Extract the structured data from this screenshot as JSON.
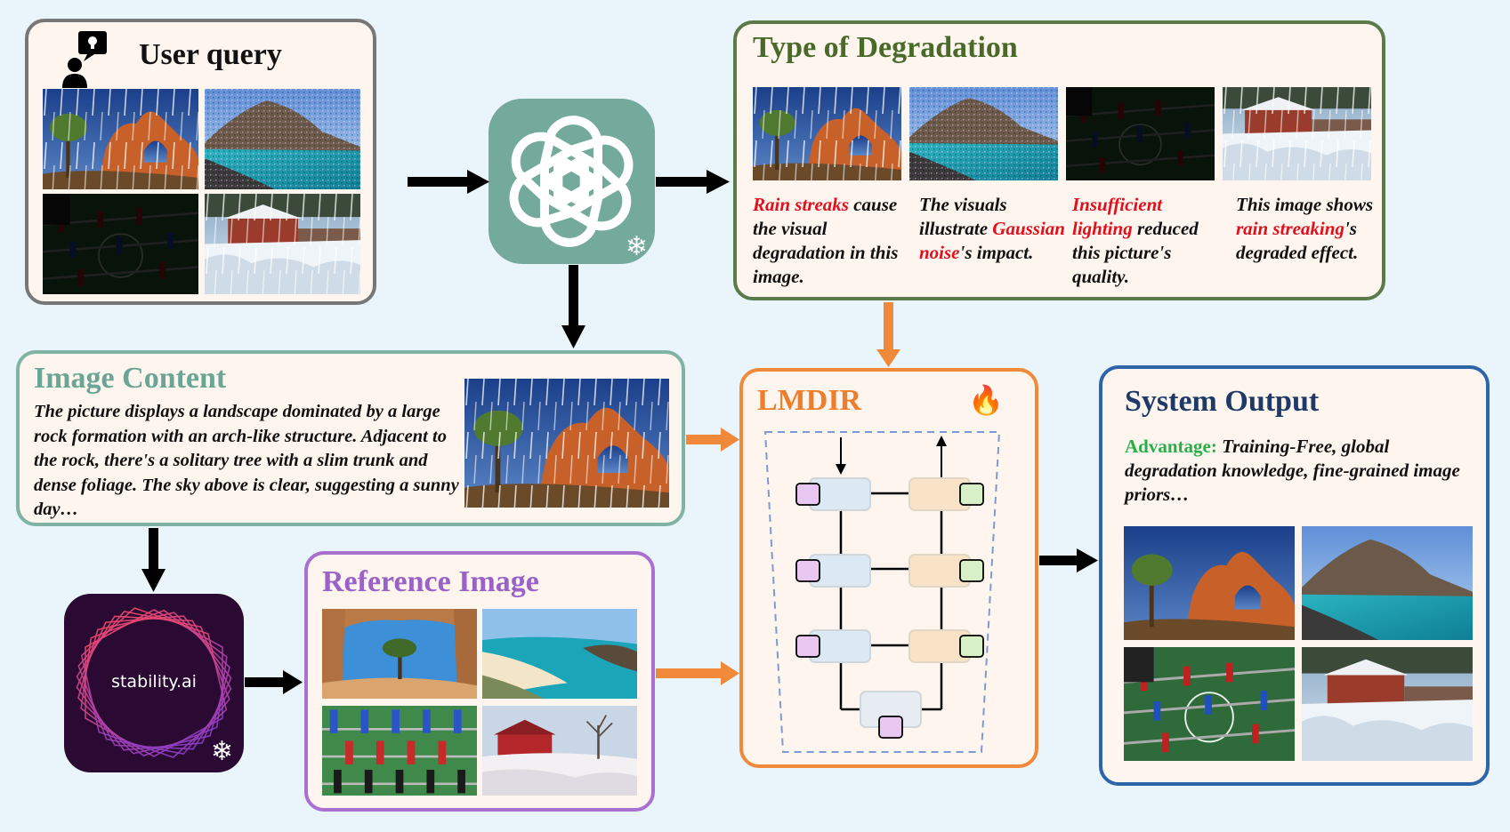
{
  "user_query": {
    "title": "User query"
  },
  "degradation": {
    "title": "Type of Degradation",
    "captions": [
      {
        "pre": "",
        "hl": "Rain streaks",
        "post": " cause the visual degradation in this image."
      },
      {
        "pre": "The visuals illustrate ",
        "hl": "Gaussian noise",
        "post": "'s impact."
      },
      {
        "pre": "",
        "hl": "Insufficient lighting",
        "post": " reduced this picture's quality."
      },
      {
        "pre": "This image shows ",
        "hl": "rain streaking",
        "post": "'s degraded effect."
      }
    ]
  },
  "image_content": {
    "title": "Image Content",
    "text": "The picture displays a landscape dominated by a large rock formation with an arch-like structure. Adjacent to the rock, there's a solitary tree with a slim trunk and dense foliage. The sky above is clear, suggesting a sunny day…"
  },
  "lmdir": {
    "title": "LMDIR"
  },
  "reference": {
    "title": "Reference Image"
  },
  "stability": {
    "label": "stability.ai"
  },
  "output": {
    "title": "System Output",
    "advantage_label": "Advantage:",
    "advantage_text": " Training-Free, global degradation knowledge, fine-grained image priors…"
  },
  "colors": {
    "user_border": "#777777",
    "degradation_border": "#5a7a4a",
    "content_border": "#7fb3a3",
    "lmdir_border": "#f0893a",
    "reference_border": "#a970cf",
    "output_border": "#2e65a8",
    "openai_bg": "#74aa9c"
  }
}
